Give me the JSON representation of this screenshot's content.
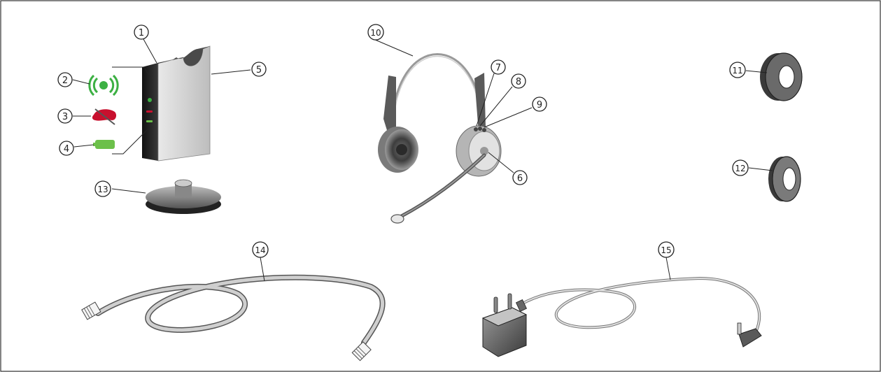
{
  "diagram": {
    "colors": {
      "frame": "#333333",
      "signal_green": "#3cb043",
      "mute_red": "#c8102e",
      "battery_green": "#6cc04a",
      "device_light": "#d8d8d8",
      "device_dark": "#1b1b1b",
      "cable_gray": "#c8c8c8"
    },
    "callouts": {
      "c1": "1",
      "c2": "2",
      "c3": "3",
      "c4": "4",
      "c5": "5",
      "c6": "6",
      "c7": "7",
      "c8": "8",
      "c9": "9",
      "c10": "10",
      "c11": "11",
      "c12": "12",
      "c13": "13",
      "c14": "14",
      "c15": "15"
    },
    "icons": {
      "status_signal": "wireless-signal-icon",
      "status_mute": "mute-icon",
      "status_battery": "battery-icon"
    }
  }
}
